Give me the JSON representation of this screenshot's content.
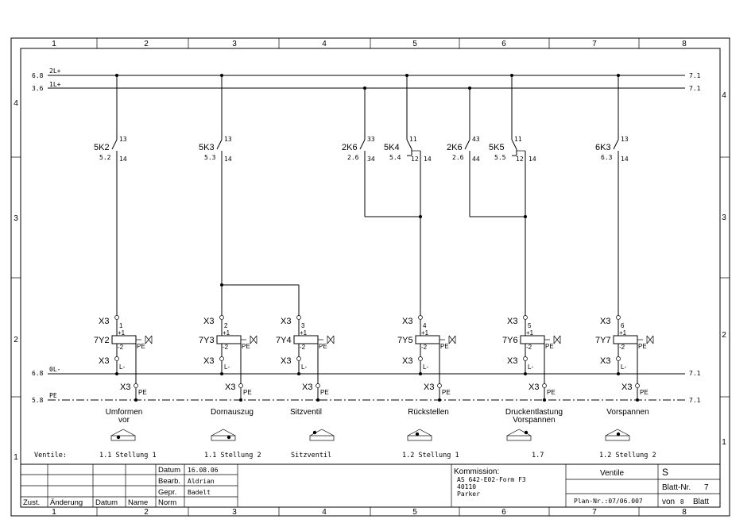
{
  "frame": {
    "col_labels": [
      "1",
      "2",
      "3",
      "4",
      "5",
      "6",
      "7",
      "8"
    ],
    "row_labels": [
      "4",
      "3",
      "2",
      "1"
    ]
  },
  "rails": {
    "l2_ref": "6.8",
    "l2_name": "2L+",
    "l2_out": "7.1",
    "l1_ref": "3.6",
    "l1_name": "1L+",
    "l1_out": "7.1",
    "ol_ref": "6.8",
    "ol_name": "0L-",
    "ol_out": "7.1",
    "pe_ref": "5.8",
    "pe_name": "PE",
    "pe_out": "7.1"
  },
  "contacts": [
    {
      "name": "5K2",
      "ref": "5.2",
      "top": "13",
      "bottom": "14"
    },
    {
      "name": "5K3",
      "ref": "5.3",
      "top": "13",
      "bottom": "14"
    },
    {
      "name": "2K6",
      "ref": "2.6",
      "top": "33",
      "bottom": "34"
    },
    {
      "name": "5K4",
      "ref": "5.4",
      "top": "11",
      "mid": "12",
      "bottom": "14"
    },
    {
      "name": "2K6",
      "ref": "2.6",
      "top": "43",
      "bottom": "44"
    },
    {
      "name": "5K5",
      "ref": "5.5",
      "top": "11",
      "mid": "12",
      "bottom": "14"
    },
    {
      "name": "6K3",
      "ref": "6.3",
      "top": "13",
      "bottom": "14"
    }
  ],
  "valves": [
    {
      "coil": "7Y2",
      "terminal": "X3",
      "pin": "1",
      "plus": "+1",
      "minus": "-2",
      "pe": "PE",
      "lminus": "L-",
      "label": [
        "Umformen",
        "vor"
      ]
    },
    {
      "coil": "7Y3",
      "terminal": "X3",
      "pin": "2",
      "plus": "+1",
      "minus": "-2",
      "pe": "PE",
      "lminus": "L-",
      "label": [
        "Dornauszug"
      ]
    },
    {
      "coil": "7Y4",
      "terminal": "X3",
      "pin": "3",
      "plus": "+1",
      "minus": "-2",
      "pe": "PE",
      "lminus": "L-",
      "label": [
        "Sitzventil"
      ]
    },
    {
      "coil": "7Y5",
      "terminal": "X3",
      "pin": "4",
      "plus": "+1",
      "minus": "-2",
      "pe": "PE",
      "lminus": "L-",
      "label": [
        "Rückstellen"
      ]
    },
    {
      "coil": "7Y6",
      "terminal": "X3",
      "pin": "5",
      "plus": "+1",
      "minus": "-2",
      "pe": "PE",
      "lminus": "L-",
      "label": [
        "Druckentlastung",
        "Vorspannen"
      ]
    },
    {
      "coil": "7Y7",
      "terminal": "X3",
      "pin": "6",
      "plus": "+1",
      "minus": "-2",
      "pe": "PE",
      "lminus": "L-",
      "label": [
        "Vorspannen"
      ]
    }
  ],
  "ventile_row": {
    "label": "Ventile:",
    "items": [
      "1.1  Stellung 1",
      "1.1  Stellung 2",
      "Sitzventil",
      "1.2  Stellung 1",
      "1.7",
      "1.2 Stellung 2"
    ]
  },
  "title_block": {
    "datum_label": "Datum",
    "datum": "16.08.06",
    "bearb_label": "Bearb.",
    "bearb": "Aldrian",
    "gepr_label": "Gepr.",
    "gepr": "Badelt",
    "norm_label": "Norm",
    "zust": "Zust.",
    "aenderung": "Änderung",
    "datum_col": "Datum",
    "name_col": "Name",
    "kommission_label": "Kommission:",
    "kommission_lines": [
      "AS 642-E02-Form F3",
      "40110",
      "Parker"
    ],
    "title": "Ventile",
    "code": "S",
    "blatt_label": "Blatt-Nr.",
    "blatt": "7",
    "plan": "Plan-Nr.:07/06.007",
    "von_label": "von",
    "von": "8",
    "blatt_word": "Blatt"
  }
}
